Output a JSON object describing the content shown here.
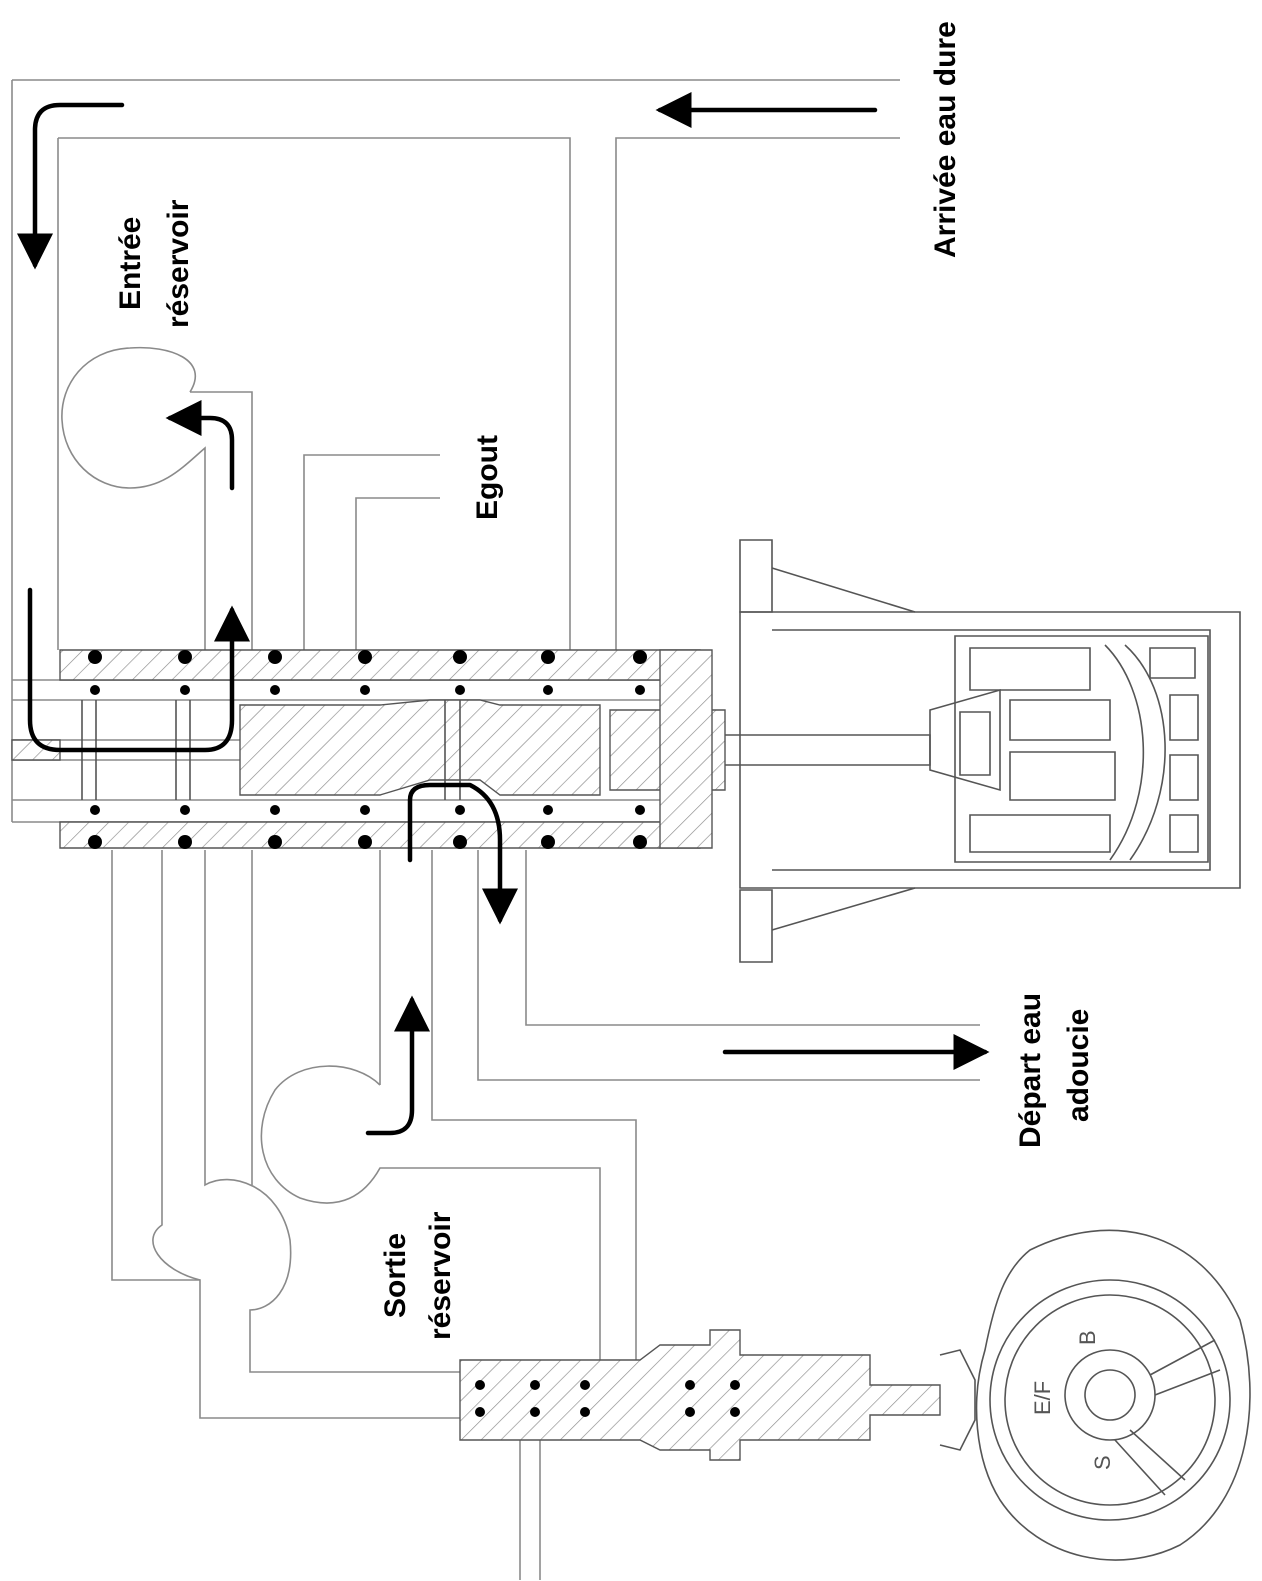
{
  "labels": {
    "arrivee": "Arrivée eau dure",
    "entree_line1": "Entrée",
    "entree_line2": "réservoir",
    "egout": "Egout",
    "depart_line1": "Départ eau",
    "depart_line2": "adoucie",
    "sortie_line1": "Sortie",
    "sortie_line2": "réservoir"
  },
  "dial_marks": [
    "B",
    "E/F",
    "S"
  ]
}
